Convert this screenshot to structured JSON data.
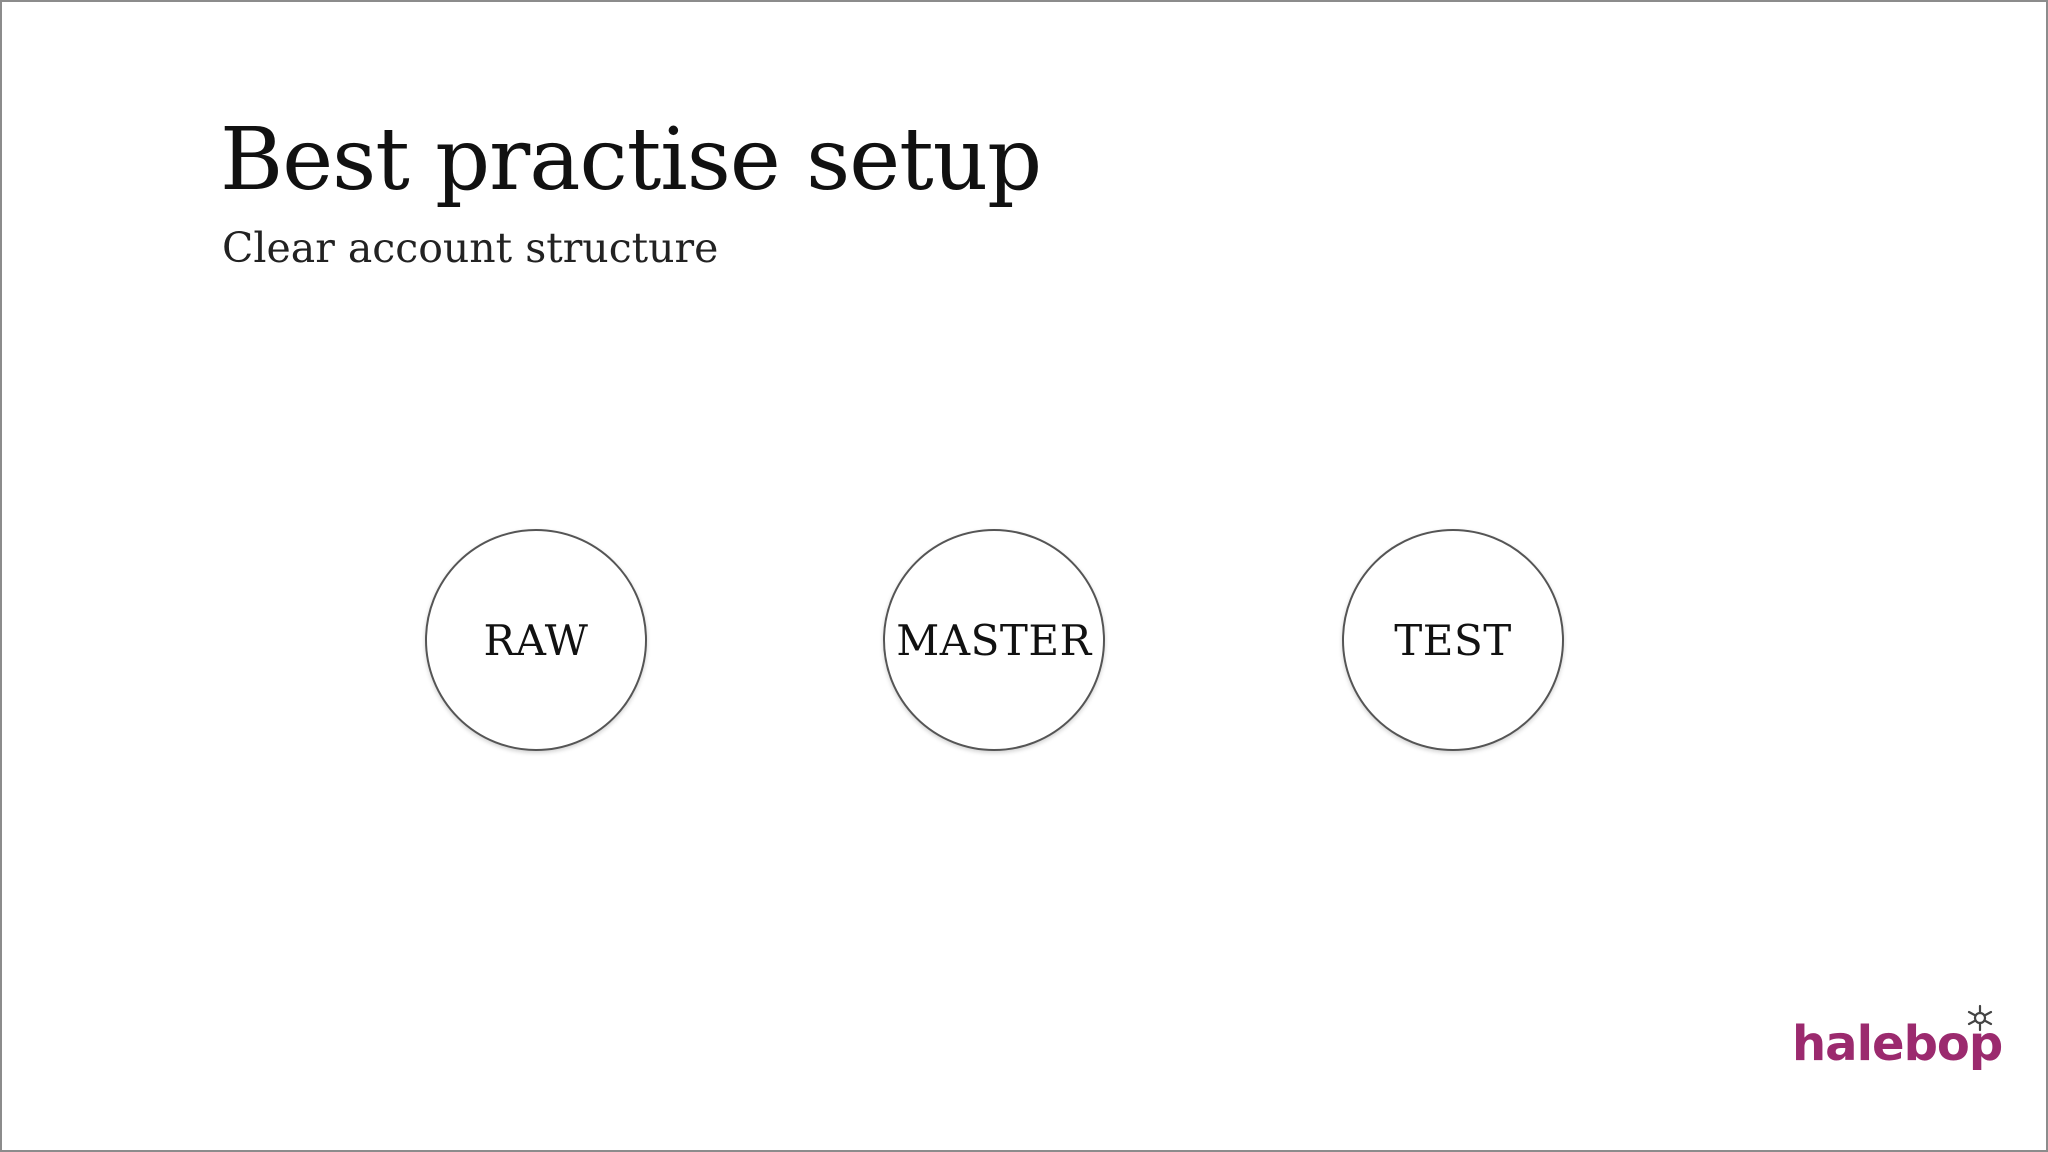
{
  "slide": {
    "title": "Best practise setup",
    "subtitle": "Clear account structure"
  },
  "accounts": [
    {
      "label": "RAW"
    },
    {
      "label": "MASTER"
    },
    {
      "label": "TEST"
    }
  ],
  "logo": {
    "text": "halebop",
    "color": "#9b2a6e",
    "icon": "sparkle-icon"
  },
  "colors": {
    "background": "#ffffff",
    "text": "#111111",
    "circle_border": "#555555"
  }
}
